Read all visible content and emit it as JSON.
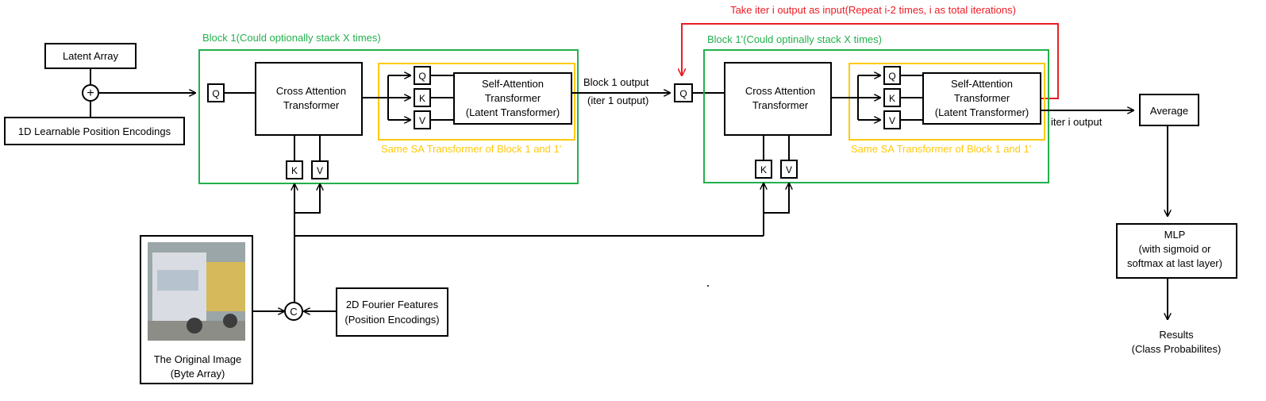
{
  "colors": {
    "line": "#000000",
    "block_border": "#22b14c",
    "block_label": "#22b14c",
    "sa_border": "#ffc90e",
    "sa_label": "#ffc90e",
    "feedback": "#ed1c24",
    "image_sky": "#9aa6a8",
    "image_truck": "#d9dde3",
    "image_cargo": "#d6b95a",
    "image_ground": "#8b8d86"
  },
  "inputs": {
    "latent_array": "Latent Array",
    "pos_enc_1d": "1D Learnable Position Encodings",
    "fourier_line1": "2D Fourier Features",
    "fourier_line2": "(Position Encodings)",
    "image_line1": "The Original Image",
    "image_line2": "(Byte Array)",
    "add_op": "+",
    "concat_op": "C"
  },
  "block1": {
    "label": "Block 1(Could optionally stack X times)",
    "q": "Q",
    "k": "K",
    "v": "V",
    "cross_attn_line1": "Cross Attention",
    "cross_attn_line2": "Transformer",
    "sa_caption": "Same SA Transformer of Block 1 and 1'",
    "sa_q": "Q",
    "sa_k": "K",
    "sa_v": "V",
    "sa_line1": "Self-Attention",
    "sa_line2": "Transformer",
    "sa_line3": "(Latent Transformer)"
  },
  "between": {
    "output_line1": "Block 1 output",
    "output_line2": "(iter 1 output)"
  },
  "block2": {
    "label": "Block 1'(Could optinally stack X times)",
    "q": "Q",
    "k": "K",
    "v": "V",
    "cross_attn_line1": "Cross Attention",
    "cross_attn_line2": "Transformer",
    "sa_caption": "Same SA Transformer of Block 1 and 1'",
    "sa_q": "Q",
    "sa_k": "K",
    "sa_v": "V",
    "sa_line1": "Self-Attention",
    "sa_line2": "Transformer",
    "sa_line3": "(Latent Transformer)"
  },
  "feedback_label": "Take iter i output as input(Repeat i-2 times, i as total iterations)",
  "outputs": {
    "iter_label": "iter i output",
    "average": "Average",
    "mlp_line1": "MLP",
    "mlp_line2": "(with sigmoid or",
    "mlp_line3": "softmax at last layer)",
    "results_line1": "Results",
    "results_line2": "(Class Probabilites)"
  }
}
